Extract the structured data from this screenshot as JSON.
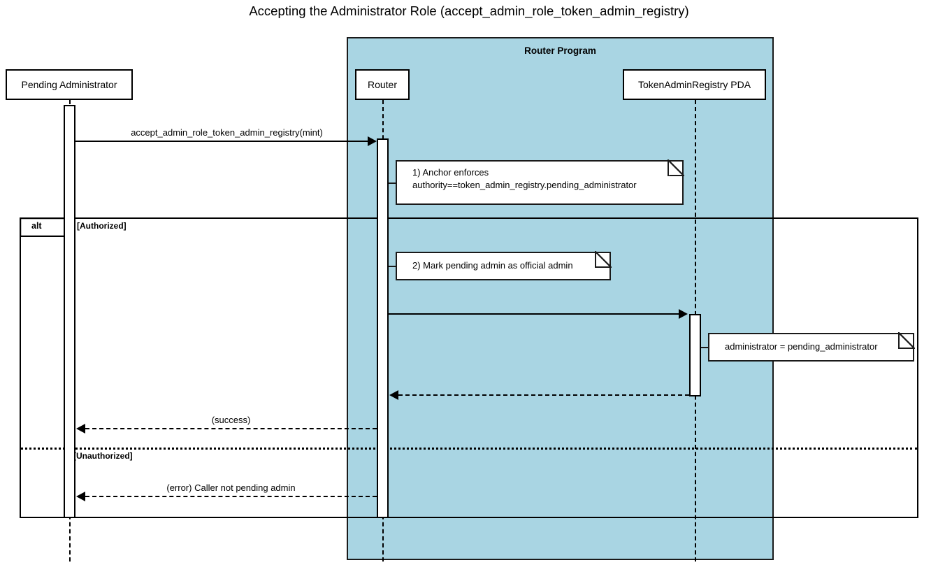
{
  "diagram": {
    "title": "Accepting the Administrator Role (accept_admin_role_token_admin_registry)",
    "type": "uml-sequence-diagram",
    "colors": {
      "group_fill": "#a9d5e3",
      "stroke": "#000000",
      "note_fill": "#ffffff",
      "background": "#ffffff"
    }
  },
  "group": {
    "label": "Router Program"
  },
  "participants": [
    {
      "id": "pending_admin",
      "label": "Pending Administrator",
      "in_group": false
    },
    {
      "id": "router",
      "label": "Router",
      "in_group": true
    },
    {
      "id": "registry_pda",
      "label": "TokenAdminRegistry PDA",
      "in_group": true
    }
  ],
  "messages": [
    {
      "id": "m1",
      "label": "accept_admin_role_token_admin_registry(mint)",
      "from": "pending_admin",
      "to": "router",
      "style": "solid",
      "direction": "right"
    },
    {
      "id": "m2",
      "label": "",
      "from": "router",
      "to": "registry_pda",
      "style": "solid",
      "direction": "right"
    },
    {
      "id": "m3",
      "label": "",
      "from": "registry_pda",
      "to": "router",
      "style": "dashed",
      "direction": "left"
    },
    {
      "id": "m4",
      "label": "(success)",
      "from": "router",
      "to": "pending_admin",
      "style": "dashed",
      "direction": "left"
    },
    {
      "id": "m5",
      "label": "(error) Caller not pending admin",
      "from": "router",
      "to": "pending_admin",
      "style": "dashed",
      "direction": "left"
    }
  ],
  "notes": [
    {
      "id": "note1",
      "text": "1) Anchor enforces\nauthority==token_admin_registry.pending_administrator",
      "attached_to": "router"
    },
    {
      "id": "note2",
      "text": "2) Mark pending admin as official admin",
      "attached_to": "router"
    },
    {
      "id": "note3",
      "text": "administrator = pending_administrator",
      "attached_to": "registry_pda"
    }
  ],
  "fragment": {
    "operator": "alt",
    "branches": [
      {
        "condition": "[Authorized]"
      },
      {
        "condition": "[Unauthorized]"
      }
    ]
  }
}
